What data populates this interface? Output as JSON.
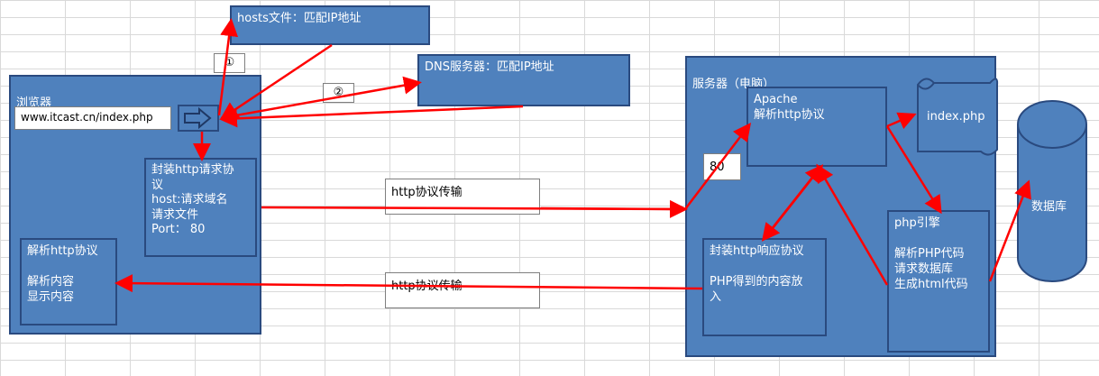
{
  "hosts": {
    "title": "hosts文件：匹配IP地址"
  },
  "dns": {
    "title": "DNS服务器：匹配IP地址"
  },
  "marker1": "①",
  "marker2": "②",
  "browser": {
    "title": "浏览器",
    "url": "www.itcast.cn/index.php",
    "request_box": "封装http请求协\n议\nhost:请求域名\n请求文件\nPort：  80",
    "parse_box": "解析http协议\n\n解析内容\n显示内容"
  },
  "transfer_top": "http协议传输",
  "transfer_bottom": "http协议传输",
  "server": {
    "title": "服务器（电脑）",
    "port": "80",
    "apache": "Apache\n解析http协议",
    "file": "index.php",
    "response_box": "封装http响应协议\n\nPHP得到的内容放\n入",
    "php_engine": "php引擎\n\n解析PHP代码\n请求数据库\n生成html代码"
  },
  "database": "数据库"
}
